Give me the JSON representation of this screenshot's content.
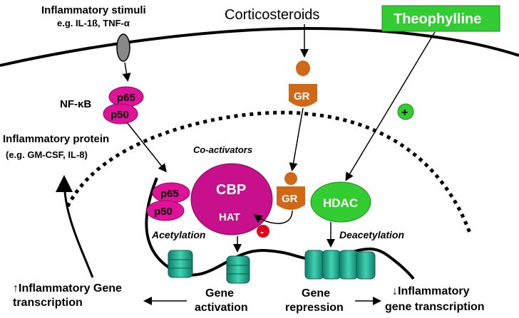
{
  "labels": {
    "inflammatory_stimuli": "Inflammatory stimuli",
    "stimuli_examples": "e.g. IL-1ß, TNF-α",
    "corticosteroids": "Corticosteroids",
    "theophylline": "Theophylline",
    "nfkb": "NF-κB",
    "p65": "p65",
    "p50": "p50",
    "gr": "GR",
    "plus_sign": "+",
    "minus_sign": "-",
    "inflammatory_protein": "Inflammatory protein",
    "protein_examples": "(e.g. GM-CSF, IL-8)",
    "co_activators": "Co-activators",
    "cbp": "CBP",
    "hat": "HAT",
    "hdac": "HDAC",
    "acetylation": "Acetylation",
    "deacetylation": "Deacetylation",
    "gene_activation_line1": "Gene",
    "gene_activation_line2": "activation",
    "gene_repression_line1": "Gene",
    "gene_repression_line2": "repression",
    "up_inflammatory_line1": "↑Inflammatory Gene",
    "up_inflammatory_line2": "transcription",
    "down_inflammatory_line1": "↓Inflammatory",
    "down_inflammatory_line2": "gene transcription"
  },
  "colors": {
    "magenta": "#e0129a",
    "magenta_light": "#ff3eb5",
    "orange": "#d06818",
    "green": "#33cc33",
    "teal": "#2bb79a",
    "black": "#000000",
    "red": "#e2001a"
  },
  "icons": {
    "receptor": "membrane-receptor-icon",
    "nucleosome": "nucleosome-icon",
    "glucocorticoid": "steroid-molecule-icon"
  }
}
